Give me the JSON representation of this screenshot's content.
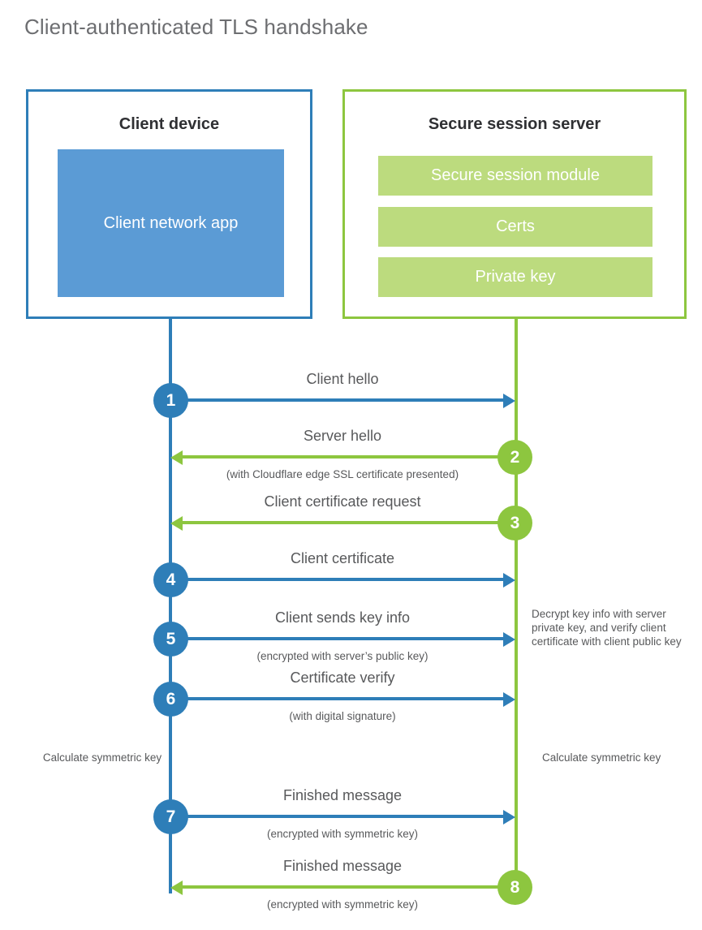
{
  "page_title": "Client-authenticated TLS handshake",
  "colors": {
    "client_accent": "#2E7EB8",
    "server_accent": "#8DC63F",
    "client_app_fill": "#5B9BD5",
    "server_bar_fill": "#BCDB7E",
    "text": "#58595b",
    "title_text": "#6d6e71"
  },
  "client": {
    "title": "Client device",
    "app_label": "Client network app"
  },
  "server": {
    "title": "Secure session server",
    "bars": [
      "Secure session module",
      "Certs",
      "Private key"
    ]
  },
  "messages": [
    {
      "step": "1",
      "label": "Client hello",
      "sub": "",
      "direction": "client-to-server",
      "color": "client_accent"
    },
    {
      "step": "2",
      "label": "Server hello",
      "sub": "(with Cloudflare edge SSL certificate presented)",
      "direction": "server-to-client",
      "color": "server_accent"
    },
    {
      "step": "3",
      "label": "Client certificate request",
      "sub": "",
      "direction": "server-to-client",
      "color": "server_accent"
    },
    {
      "step": "4",
      "label": "Client certificate",
      "sub": "",
      "direction": "client-to-server",
      "color": "client_accent"
    },
    {
      "step": "5",
      "label": "Client sends key info",
      "sub": "(encrypted with server’s public key)",
      "direction": "client-to-server",
      "color": "client_accent"
    },
    {
      "step": "6",
      "label": "Certificate verify",
      "sub": "(with digital signature)",
      "direction": "client-to-server",
      "color": "client_accent"
    },
    {
      "step": "7",
      "label": "Finished message",
      "sub": "(encrypted with symmetric key)",
      "direction": "client-to-server",
      "color": "client_accent"
    },
    {
      "step": "8",
      "label": "Finished message",
      "sub": "(encrypted with symmetric key)",
      "direction": "server-to-client",
      "color": "server_accent"
    }
  ],
  "notes": {
    "decrypt": "Decrypt key info with server private key, and verify client certificate with client public key",
    "calculate_client": "Calculate symmetric key",
    "calculate_server": "Calculate symmetric key"
  }
}
